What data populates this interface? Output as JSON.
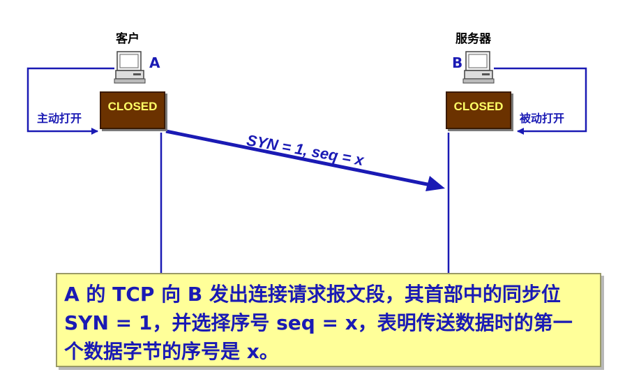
{
  "client": {
    "role": "客户",
    "letter": "A",
    "state": "CLOSED",
    "action": "主动打开"
  },
  "server": {
    "role": "服务器",
    "letter": "B",
    "state": "CLOSED",
    "action": "被动打开"
  },
  "message": {
    "label": "SYN = 1, seq = x"
  },
  "note": {
    "text": "A 的 TCP 向 B 发出连接请求报文段，其首部中的同步位 SYN = 1，并选择序号 seq = x，表明传送数据时的第一个数据字节的序号是 x。"
  },
  "colors": {
    "line": "#1a1ab4",
    "state_box": "#6b3200",
    "state_text": "#ffff66",
    "note_bg": "#ffff99"
  },
  "icons": {
    "client": "computer-icon",
    "server": "computer-icon"
  }
}
